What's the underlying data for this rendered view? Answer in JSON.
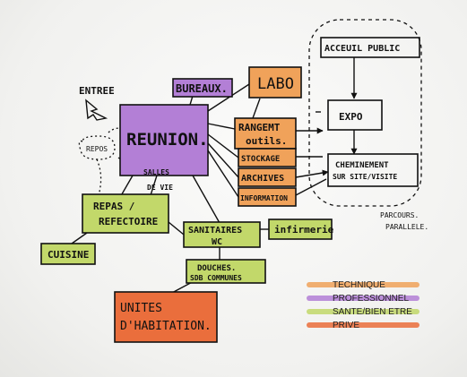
{
  "colors": {
    "technique": "#f0a25a",
    "professionnel": "#b37fd6",
    "sante": "#c2d86a",
    "prive": "#ea6e3c",
    "ink": "#111111"
  },
  "labels": {
    "entree": "ENTREE",
    "reunion": "REUNION.",
    "bureaux": "BUREAUX.",
    "labo": "LABO",
    "rangement": "RANGEMT",
    "outils": "outils.",
    "stockage": "STOCKAGE",
    "archives": "ARCHIVES",
    "information": "INFORMATION",
    "repos": "REPOS",
    "salles_line1": "SALLES",
    "salles_line2": "DE VIE",
    "repas_line1": "REPAS /",
    "repas_line2": "REFECTOIRE",
    "cuisine": "CUISINE",
    "sanitaires_line1": "SANITAIRES",
    "sanitaires_line2": "WC",
    "infirmerie": "infirmerie",
    "douches_line1": "DOUCHES.",
    "douches_line2": "SDB COMMUNES",
    "unites_line1": "UNITES",
    "unites_line2": "D'HABITATION.",
    "accueil": "ACCEUIL PUBLIC",
    "expo": "EXPO",
    "chem_line1": "CHEMINEMENT",
    "chem_line2": "SUR SITE/VISITE",
    "parcours_line1": "PARCOURS.",
    "parcours_line2": "PARALLELE."
  },
  "legend": [
    {
      "label": "TECHNIQUE",
      "color": "#f0a25a"
    },
    {
      "label": "PROFESSIONNEL",
      "color": "#b37fd6"
    },
    {
      "label": "SANTE/BIEN ETRE",
      "color": "#c2d86a"
    },
    {
      "label": "PRIVE",
      "color": "#ea6e3c"
    }
  ]
}
